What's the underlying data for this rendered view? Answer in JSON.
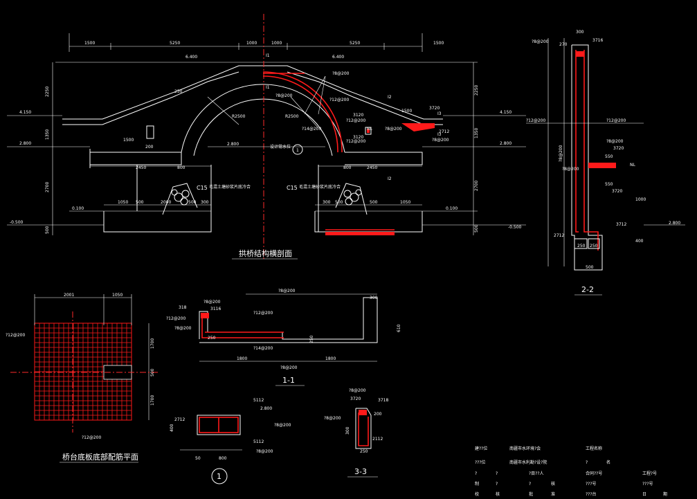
{
  "main_section": {
    "title": "拱桥结构横剖面",
    "dims_top": [
      "1500",
      "5250",
      "1000",
      "5250",
      "1500"
    ],
    "dims_mid_left": [
      "6.400"
    ],
    "dims_mid_right": [
      "6.400"
    ],
    "elev_left": [
      "4.150",
      "2.800",
      "-0.500"
    ],
    "elev_right": [
      "4.150",
      "2.800",
      "-0.500"
    ],
    "side_dims_left": [
      "2250",
      "1350",
      "2700",
      "500"
    ],
    "side_dims_right": [
      "2250",
      "1350",
      "2700",
      "500"
    ],
    "bottom_dims_left": [
      "1050",
      "500",
      "2000",
      "500",
      "300"
    ],
    "bottom_dims_right": [
      "300",
      "500",
      "500",
      "1050"
    ],
    "abut_dims_left": [
      "1500",
      "200",
      "2450",
      "800",
      "0.100"
    ],
    "abut_dims_right": [
      "2450",
      "800",
      "0.100"
    ],
    "radius_left": "R2500",
    "radius_right": "R2500",
    "thickness": "250",
    "c15_left": "C15",
    "c15_left_note": "毛混土塘砂浆片底冷合",
    "c15_right": "C15",
    "c15_right_note": "毛混土塘砂浆片底冷合",
    "water_level": "2.800",
    "water_note": "设计常水位",
    "circle_label": "1",
    "rebar_labels": [
      "?8@200",
      "?8@200",
      "?12@200",
      "?12@200",
      "?12@200",
      "?14@200",
      "?8@200",
      "?8@200"
    ],
    "rebar_numbers": [
      "3120",
      "3120",
      "1500",
      "3720",
      "2712"
    ],
    "labels_right": [
      "I2",
      "I2",
      "I3",
      "I3",
      "NL"
    ],
    "labels_cut": [
      "I1",
      "I1"
    ]
  },
  "section_22": {
    "title": "2-2",
    "dims": [
      "300",
      "3716",
      "?8@200",
      "270",
      "?12@200",
      "?12@200",
      "?8@200",
      "?8@200",
      "3720",
      "3720",
      "550",
      "550",
      "1000",
      "400",
      "2.800",
      "3712",
      "2712",
      "250",
      "250",
      "500"
    ],
    "label_nl": "NL",
    "vertical_label": "?8@200"
  },
  "plan_base": {
    "title": "桥台底板底部配筋平面",
    "dims": [
      "2001",
      "1050",
      "1700",
      "500",
      "1700"
    ],
    "rebar_left": "?12@200",
    "rebar_bottom": "?12@200"
  },
  "section_11": {
    "title": "1-1",
    "dims": [
      "318",
      "?8@200",
      "3116",
      "?12@200",
      "?8@200",
      "?12@200",
      "250",
      "?14@200",
      "?8@200",
      "1800",
      "1800",
      "300",
      "610",
      "250"
    ],
    "rebar_top": "?8@200"
  },
  "detail_1": {
    "circle_label": "1",
    "dims": [
      "5112",
      "2.800",
      "?8@200",
      "2712",
      "400",
      "5112",
      "?8@200",
      "50",
      "800"
    ]
  },
  "section_33": {
    "title": "3-3",
    "dims": [
      "?8@200",
      "3720",
      "3718",
      "?8@200",
      "200",
      "300",
      "2112",
      "250"
    ]
  },
  "title_block": {
    "rows": [
      [
        "建??位",
        "南疆市水环境?会",
        "工程名称",
        ""
      ],
      [
        "???位",
        "南疆市水利勘?设?院",
        "?",
        "名"
      ],
      [
        "?",
        "?",
        "?目??人",
        "合同??号",
        "工程?号"
      ],
      [
        "制",
        "?",
        "?",
        "核",
        "???号",
        "???号"
      ],
      [
        "校",
        "核",
        "批",
        "准",
        "???台",
        "日",
        "期"
      ]
    ]
  }
}
